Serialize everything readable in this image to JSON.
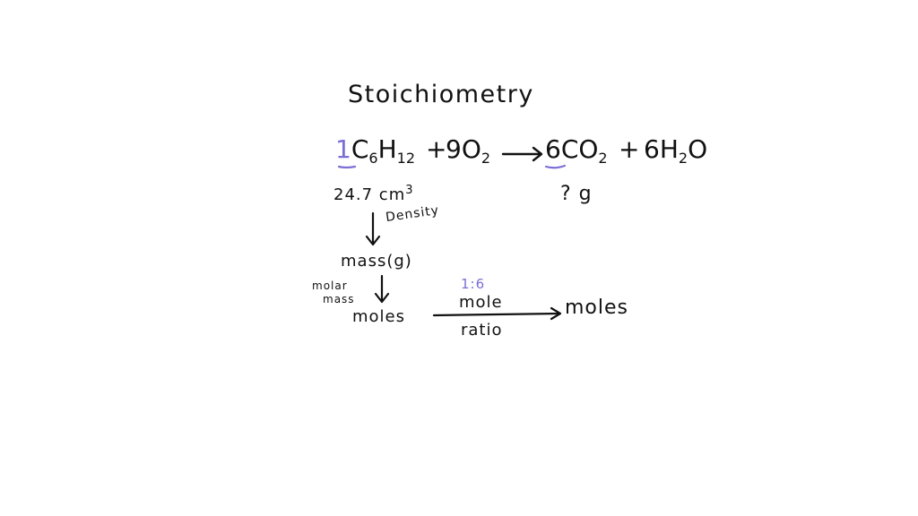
{
  "board": {
    "title": "Stoichiometry",
    "equation": {
      "reactant1": {
        "coef": "1",
        "formula": "C",
        "sub1": "6",
        "el2": "H",
        "sub2": "12"
      },
      "plus1": "+",
      "reactant2": {
        "coef": "9",
        "formula": "O",
        "sub": "2"
      },
      "product1": {
        "coef": "6",
        "formula": "CO",
        "sub": "2"
      },
      "plus2": "+",
      "product2": {
        "coef": "6",
        "formula": "H",
        "sub": "2",
        "tail": "O"
      }
    },
    "given_volume": "24.7 cm",
    "given_volume_exp": "3",
    "unknown": "? g",
    "density_label": "Density",
    "mass_label": "mass(g)",
    "molar_mass_label_1": "molar",
    "molar_mass_label_2": "mass",
    "moles_left": "moles",
    "ratio_value": "1:6",
    "mole_label": "mole",
    "ratio_label": "ratio",
    "moles_right": "moles"
  },
  "colors": {
    "ink": "#111111",
    "accent": "#7b6fd6"
  }
}
